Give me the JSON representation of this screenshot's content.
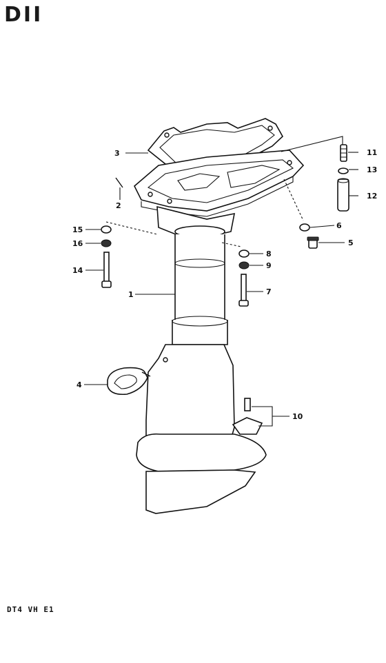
{
  "header": {
    "title": "DII"
  },
  "footer": {
    "model_code": "DT4 VH E1"
  },
  "callouts": [
    {
      "id": "c1",
      "label": "1"
    },
    {
      "id": "c2",
      "label": "2"
    },
    {
      "id": "c3",
      "label": "3"
    },
    {
      "id": "c4",
      "label": "4"
    },
    {
      "id": "c5",
      "label": "5"
    },
    {
      "id": "c6",
      "label": "6"
    },
    {
      "id": "c7",
      "label": "7"
    },
    {
      "id": "c8",
      "label": "8"
    },
    {
      "id": "c9",
      "label": "9"
    },
    {
      "id": "c10",
      "label": "10"
    },
    {
      "id": "c11",
      "label": "11"
    },
    {
      "id": "c12",
      "label": "12"
    },
    {
      "id": "c13",
      "label": "13"
    },
    {
      "id": "c14",
      "label": "14"
    },
    {
      "id": "c15",
      "label": "15"
    },
    {
      "id": "c16",
      "label": "16"
    }
  ]
}
